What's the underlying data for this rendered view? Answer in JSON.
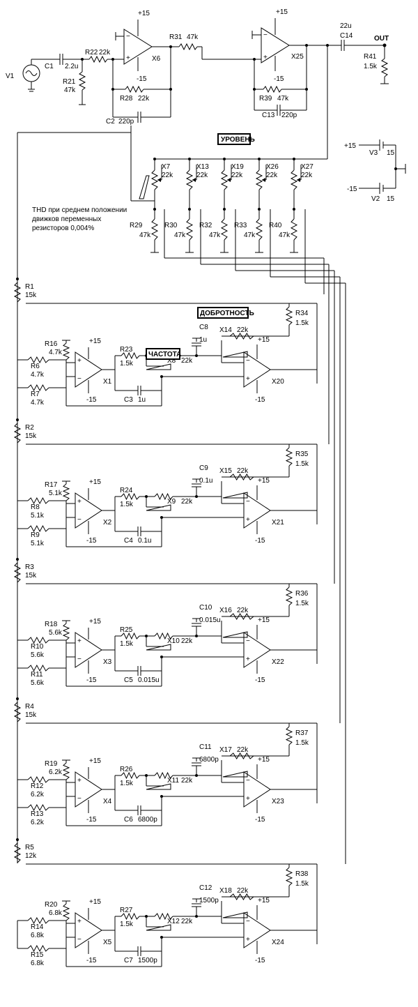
{
  "labels": {
    "out": "OUT",
    "level_box": "УРОВЕНЬ",
    "q_box": "ДОБРОТНОСТЬ",
    "freq_box": "ЧАСТОТА",
    "thd_note": [
      "THD при среднем положении",
      "движков переменных",
      "резисторов 0,004%"
    ],
    "plus15": "+15",
    "minus15": "-15",
    "v1": "V1"
  },
  "input_stage": {
    "C1": {
      "name": "C1",
      "value": "2.2u"
    },
    "R22": {
      "name": "R22",
      "value": "22k"
    },
    "R21": {
      "name": "R21",
      "value": "47k"
    },
    "X6": "X6",
    "R28": {
      "name": "R28",
      "value": "22k"
    },
    "C2": {
      "name": "C2",
      "value": "220p"
    },
    "R31": {
      "name": "R31",
      "value": "47k"
    }
  },
  "output_stage": {
    "X25": "X25",
    "R39": {
      "name": "R39",
      "value": "47k"
    },
    "C13": {
      "name": "C13",
      "value": "220p"
    },
    "C14": {
      "name": "C14",
      "value": "22u"
    },
    "R41": {
      "name": "R41",
      "value": "1.5k"
    }
  },
  "power": {
    "V3": {
      "name": "V3",
      "value": "15",
      "rail": "+15"
    },
    "V2": {
      "name": "V2",
      "value": "15",
      "rail": "-15"
    }
  },
  "level_pots": [
    {
      "name": "X7",
      "value": "22k",
      "r": "R29",
      "rv": "47k"
    },
    {
      "name": "X13",
      "value": "22k",
      "r": "R30",
      "rv": "47k"
    },
    {
      "name": "X19",
      "value": "22k",
      "r": "R32",
      "rv": "47k"
    },
    {
      "name": "X26",
      "value": "22k",
      "r": "R33",
      "rv": "47k"
    },
    {
      "name": "X27",
      "value": "22k",
      "r": "R40",
      "rv": "47k"
    }
  ],
  "bands": [
    {
      "rs": "R1",
      "rsv": "15k",
      "rq": "R34",
      "rqv": "1.5k",
      "pq": "X14",
      "pqv": "22k",
      "cb": "C8",
      "cbv": "1u",
      "rg": "R16",
      "rgv": "4.7k",
      "ra": "R6",
      "rav": "4.7k",
      "rb": "R7",
      "rbv": "4.7k",
      "rf": "R23",
      "rfv": "1.5k",
      "pf": "X8",
      "pfv": "22k",
      "cf": "C3",
      "cfv": "1u",
      "u1": "X1",
      "u2": "X20"
    },
    {
      "rs": "R2",
      "rsv": "15k",
      "rq": "R35",
      "rqv": "1.5k",
      "pq": "X15",
      "pqv": "22k",
      "cb": "C9",
      "cbv": "0.1u",
      "rg": "R17",
      "rgv": "5.1k",
      "ra": "R8",
      "rav": "5.1k",
      "rb": "R9",
      "rbv": "5.1k",
      "rf": "R24",
      "rfv": "1.5k",
      "pf": "X9",
      "pfv": "22k",
      "cf": "C4",
      "cfv": "0.1u",
      "u1": "X2",
      "u2": "X21"
    },
    {
      "rs": "R3",
      "rsv": "15k",
      "rq": "R36",
      "rqv": "1.5k",
      "pq": "X16",
      "pqv": "22k",
      "cb": "C10",
      "cbv": "0.015u",
      "rg": "R18",
      "rgv": "5.6k",
      "ra": "R10",
      "rav": "5.6k",
      "rb": "R11",
      "rbv": "5.6k",
      "rf": "R25",
      "rfv": "1.5k",
      "pf": "X10",
      "pfv": "22k",
      "cf": "C5",
      "cfv": "0.015u",
      "u1": "X3",
      "u2": "X22"
    },
    {
      "rs": "R4",
      "rsv": "15k",
      "rq": "R37",
      "rqv": "1.5k",
      "pq": "X17",
      "pqv": "22k",
      "cb": "C11",
      "cbv": "6800p",
      "rg": "R19",
      "rgv": "6.2k",
      "ra": "R12",
      "rav": "6.2k",
      "rb": "R13",
      "rbv": "6.2k",
      "rf": "R26",
      "rfv": "1.5k",
      "pf": "X11",
      "pfv": "22k",
      "cf": "C6",
      "cfv": "6800p",
      "u1": "X4",
      "u2": "X23"
    },
    {
      "rs": "R5",
      "rsv": "12k",
      "rq": "R38",
      "rqv": "1.5k",
      "pq": "X18",
      "pqv": "22k",
      "cb": "C12",
      "cbv": "1500p",
      "rg": "R20",
      "rgv": "6.8k",
      "ra": "R14",
      "rav": "6.8k",
      "rb": "R15",
      "rbv": "6.8k",
      "rf": "R27",
      "rfv": "1.5k",
      "pf": "X12",
      "pfv": "22k",
      "cf": "C7",
      "cfv": "1500p",
      "u1": "X5",
      "u2": "X24"
    }
  ]
}
